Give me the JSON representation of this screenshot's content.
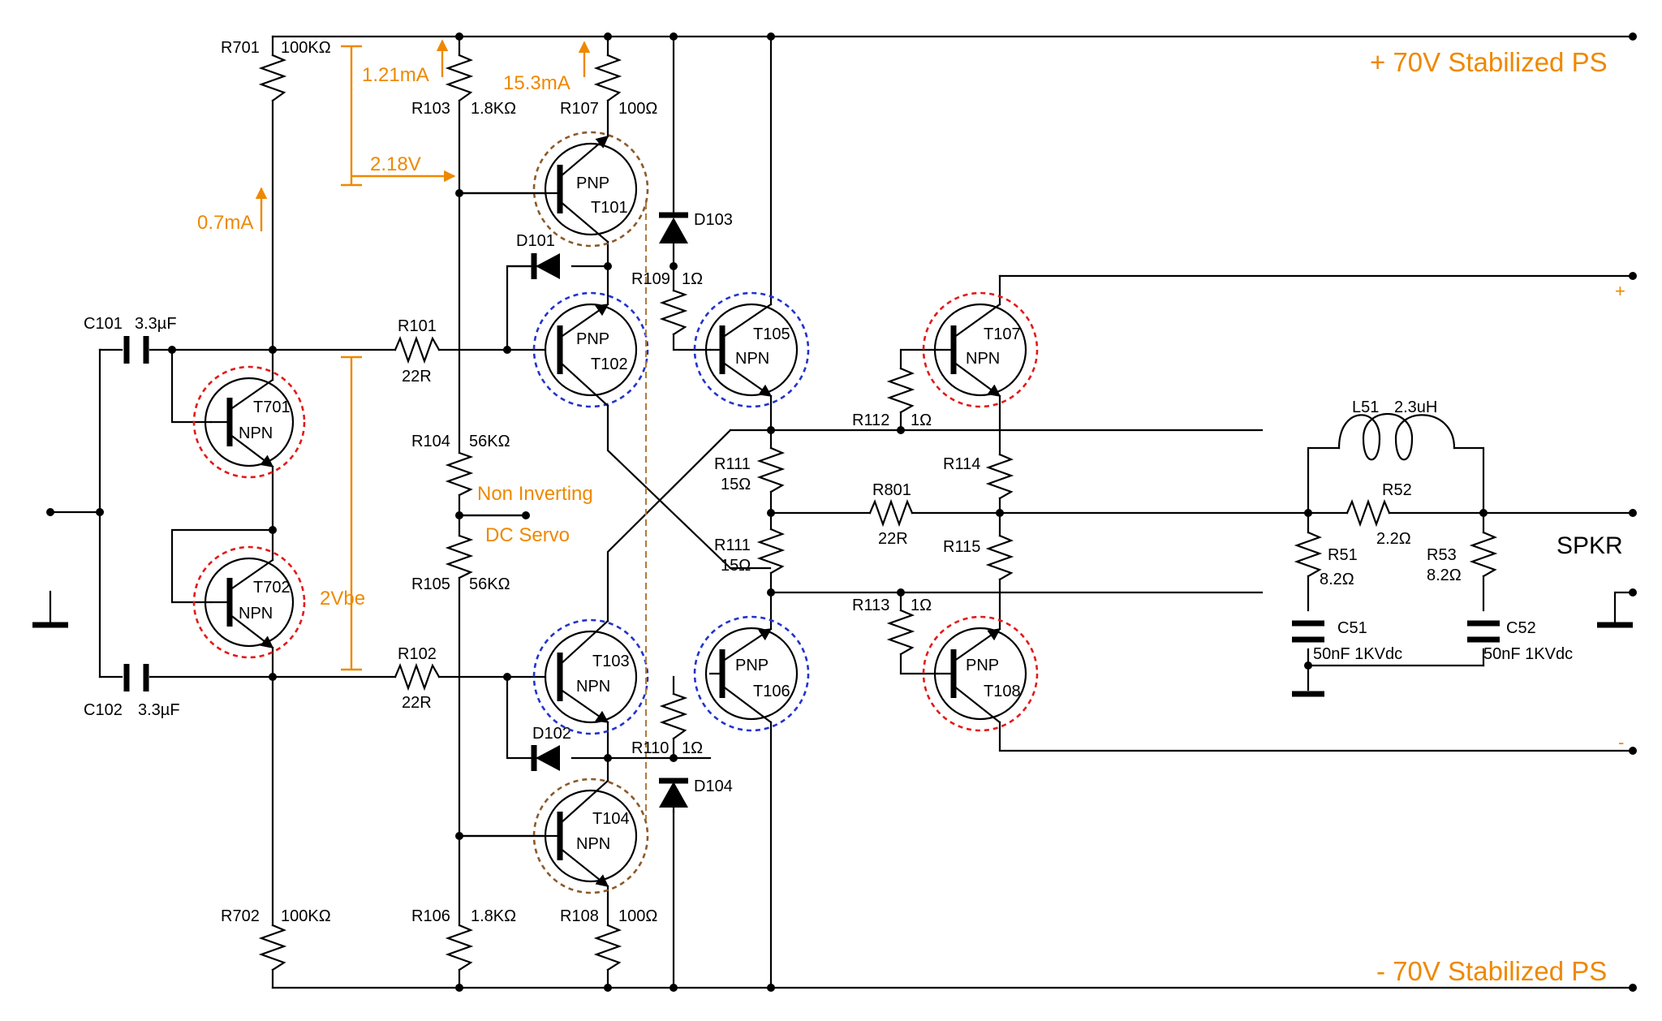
{
  "rails": {
    "positive": "+ 70V Stabilized PS",
    "negative": "- 70V Stabilized PS"
  },
  "output": {
    "spkr": "SPKR",
    "plus": "+",
    "minus": "-"
  },
  "annotations": {
    "i_r103": "1.21mA",
    "i_r107": "15.3mA",
    "v_ref": "2.18V",
    "i_r701": "0.7mA",
    "vbe": "2Vbe",
    "servo_line1": "Non Inverting",
    "servo_line2": "DC Servo"
  },
  "components": {
    "r701": {
      "ref": "R701",
      "value": "100KΩ"
    },
    "r702": {
      "ref": "R702",
      "value": "100KΩ"
    },
    "r103": {
      "ref": "R103",
      "value": "1.8KΩ"
    },
    "r106": {
      "ref": "R106",
      "value": "1.8KΩ"
    },
    "r107": {
      "ref": "R107",
      "value": "100Ω"
    },
    "r108": {
      "ref": "R108",
      "value": "100Ω"
    },
    "r101": {
      "ref": "R101",
      "value": "22R"
    },
    "r102": {
      "ref": "R102",
      "value": "22R"
    },
    "r104": {
      "ref": "R104",
      "value": "56KΩ"
    },
    "r105": {
      "ref": "R105",
      "value": "56KΩ"
    },
    "r109": {
      "ref": "R109",
      "value": "1Ω"
    },
    "r110": {
      "ref": "R110",
      "value": "1Ω"
    },
    "r111a": {
      "ref": "R111",
      "value": "15Ω"
    },
    "r111b": {
      "ref": "R111",
      "value": "15Ω"
    },
    "r112": {
      "ref": "R112",
      "value": "1Ω"
    },
    "r113": {
      "ref": "R113",
      "value": "1Ω"
    },
    "r114": {
      "ref": "R114"
    },
    "r115": {
      "ref": "R115"
    },
    "r801": {
      "ref": "R801",
      "value": "22R"
    },
    "r51": {
      "ref": "R51",
      "value": "8.2Ω"
    },
    "r52": {
      "ref": "R52",
      "value": "2.2Ω"
    },
    "r53": {
      "ref": "R53",
      "value": "8.2Ω"
    },
    "l51": {
      "ref": "L51",
      "value": "2.3uH"
    },
    "c101": {
      "ref": "C101",
      "value": "3.3µF"
    },
    "c102": {
      "ref": "C102",
      "value": "3.3µF"
    },
    "c51": {
      "ref": "C51",
      "value": "50nF 1KVdc"
    },
    "c52": {
      "ref": "C52",
      "value": "50nF 1KVdc"
    },
    "d101": {
      "ref": "D101"
    },
    "d102": {
      "ref": "D102"
    },
    "d103": {
      "ref": "D103"
    },
    "d104": {
      "ref": "D104"
    },
    "t101": {
      "ref": "T101",
      "type": "PNP"
    },
    "t102": {
      "ref": "T102",
      "type": "PNP"
    },
    "t103": {
      "ref": "T103",
      "type": "NPN"
    },
    "t104": {
      "ref": "T104",
      "type": "NPN"
    },
    "t105": {
      "ref": "T105",
      "type": "NPN"
    },
    "t106": {
      "ref": "T106",
      "type": "PNP"
    },
    "t107": {
      "ref": "T107",
      "type": "NPN"
    },
    "t108": {
      "ref": "T108",
      "type": "PNP"
    },
    "t701": {
      "ref": "T701",
      "type": "NPN"
    },
    "t702": {
      "ref": "T702",
      "type": "NPN"
    }
  },
  "colors": {
    "annotation": "#ee8800",
    "output_device_ring": "#e21a1a",
    "driver_ring": "#2233cc",
    "current_source_ring": "#8b5a2b"
  }
}
